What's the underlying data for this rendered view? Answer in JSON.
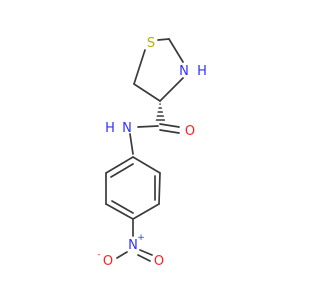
{
  "molecule": {
    "atoms": {
      "sulfur": {
        "label": "S",
        "color": "#b8b000"
      },
      "ring_nh": {
        "label": "N",
        "h_label": "H",
        "color": "#3030ff"
      },
      "amide_nh": {
        "label": "N",
        "h_label": "H",
        "color": "#3030ff"
      },
      "carbonyl_o": {
        "label": "O",
        "color": "#ff2020"
      },
      "nitro_n": {
        "label": "N",
        "charge": "+",
        "color": "#3030ff"
      },
      "nitro_o_left": {
        "label": "O",
        "charge": "-",
        "color": "#ff2020"
      },
      "nitro_o_right": {
        "label": "O",
        "color": "#ff2020"
      }
    },
    "bond_color": "#3a3a3a"
  }
}
